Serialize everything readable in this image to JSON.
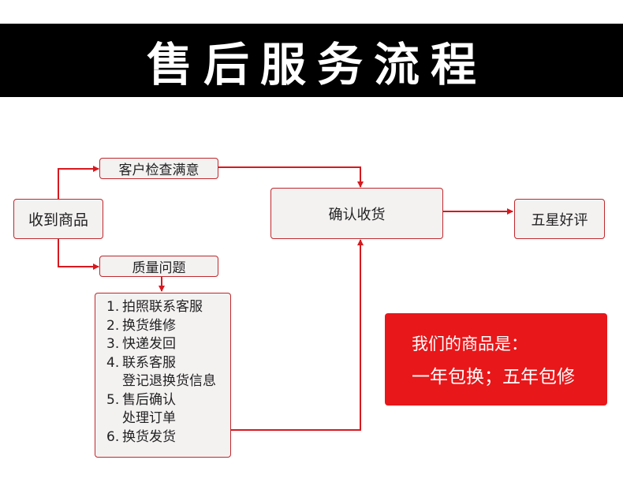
{
  "title": "售后服务流程",
  "nodes": {
    "received": "收到商品",
    "satisfied": "客户检查满意",
    "confirm": "确认收货",
    "five_star": "五星好评",
    "quality": "质量问题"
  },
  "steps": [
    {
      "num": "1.",
      "text": "拍照联系客服"
    },
    {
      "num": "2.",
      "text": "换货维修"
    },
    {
      "num": "3.",
      "text": "快递发回"
    },
    {
      "num": "4.",
      "text": "联系客服\n登记退换货信息"
    },
    {
      "num": "5.",
      "text": "售后确认\n处理订单"
    },
    {
      "num": "6.",
      "text": "换货发货"
    }
  ],
  "promo": {
    "line1": "我们的商品是：",
    "line2": "一年包换；五年包修"
  },
  "colors": {
    "banner_bg": "#000000",
    "arrow": "#d7191f",
    "box_border": "#c0282d",
    "box_bg": "#f4f1f1",
    "promo_bg": "#e8171a"
  }
}
